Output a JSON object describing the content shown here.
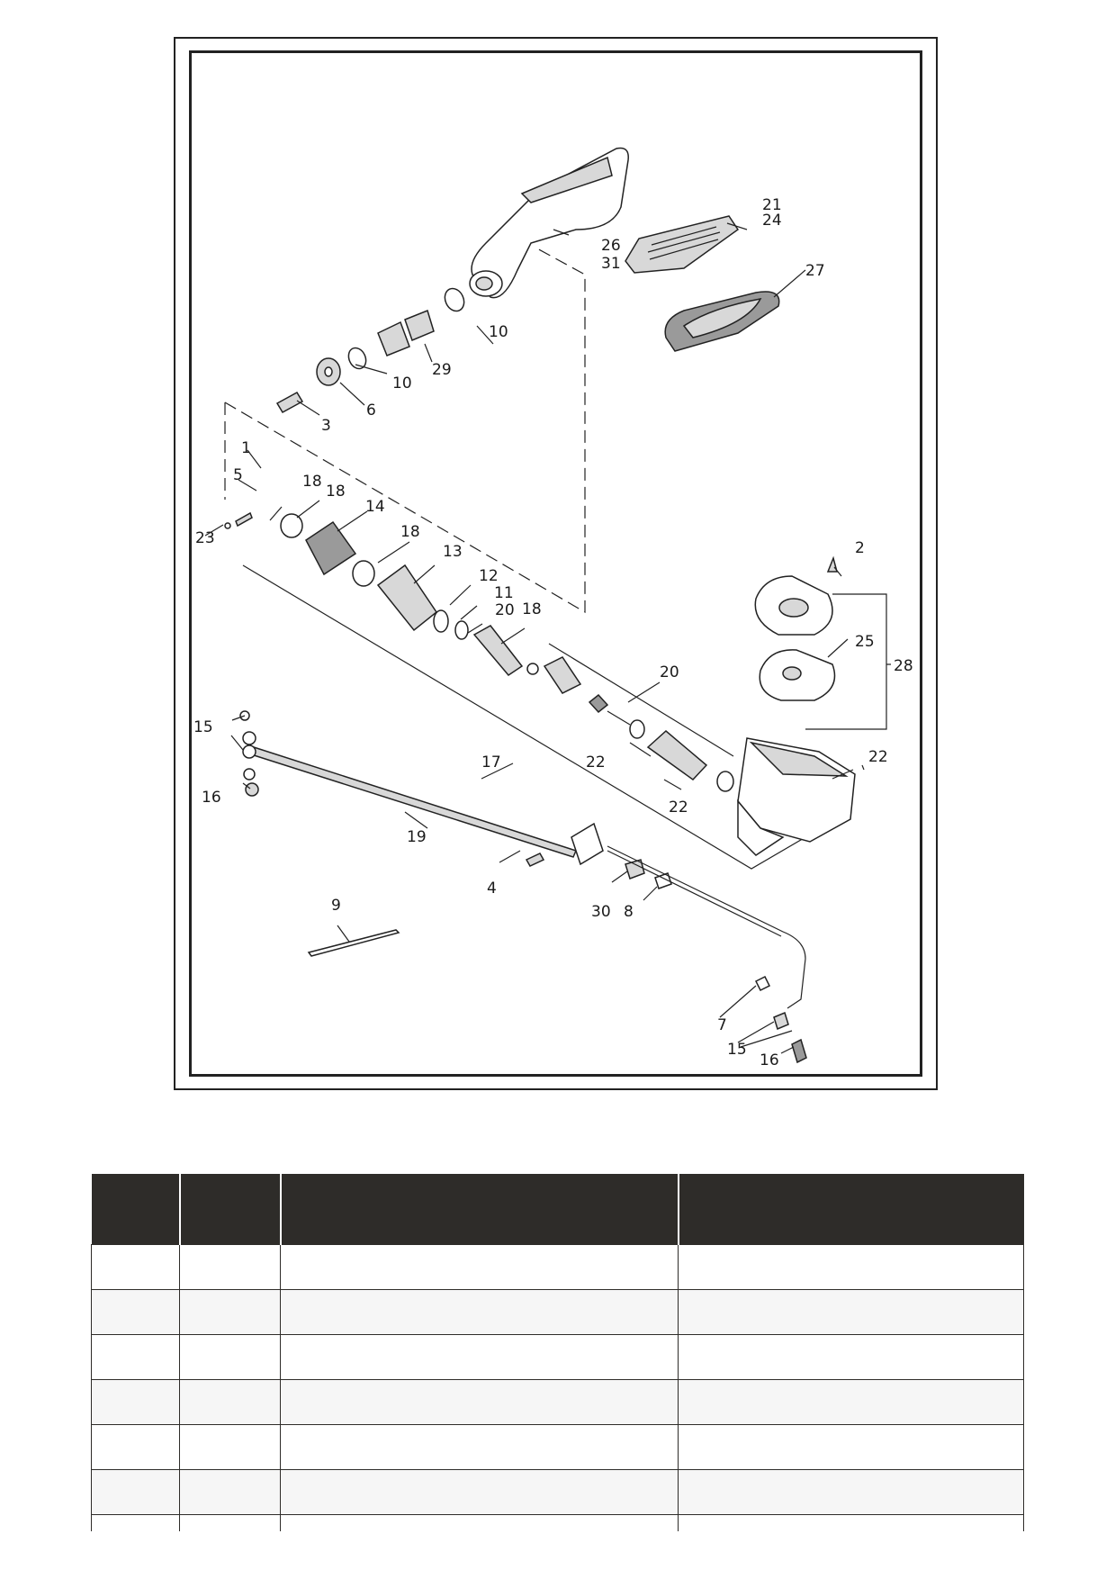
{
  "callouts": {
    "c1": "1",
    "c2": "2",
    "c3": "3",
    "c4": "4",
    "c5": "5",
    "c6": "6",
    "c7": "7",
    "c8": "8",
    "c9": "9",
    "c10a": "10",
    "c10b": "10",
    "c11": "11",
    "c12": "12",
    "c13": "13",
    "c14": "14",
    "c15a": "15",
    "c15b": "15",
    "c16a": "16",
    "c16b": "16",
    "c17": "17",
    "c18a": "18",
    "c18b": "18",
    "c18c": "18",
    "c18d": "18",
    "c19": "19",
    "c20a": "20",
    "c20b": "20",
    "c21": "21",
    "c22a": "22",
    "c22b": "22",
    "c22c": "22",
    "c23": "23",
    "c24": "24",
    "c25": "25",
    "c26": "26",
    "c27": "27",
    "c28": "28",
    "c29": "29",
    "c30": "30",
    "c31": "31"
  },
  "table": {
    "headers": [
      "",
      "",
      "",
      ""
    ],
    "rows": [
      [
        "",
        "",
        "",
        ""
      ],
      [
        "",
        "",
        "",
        ""
      ],
      [
        "",
        "",
        "",
        ""
      ],
      [
        "",
        "",
        "",
        ""
      ],
      [
        "",
        "",
        "",
        ""
      ],
      [
        "",
        "",
        "",
        ""
      ],
      [
        "",
        "",
        "",
        ""
      ]
    ]
  }
}
